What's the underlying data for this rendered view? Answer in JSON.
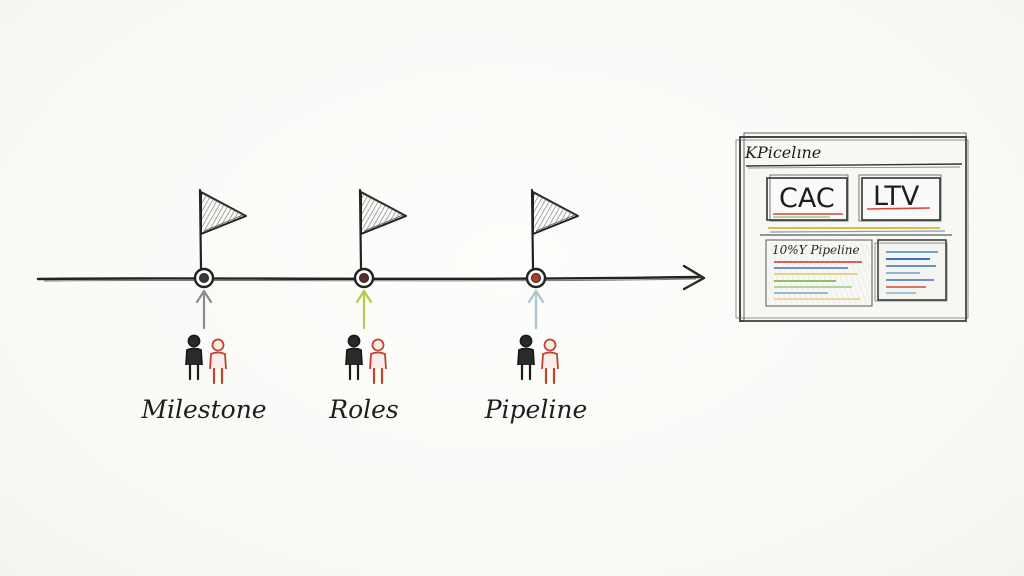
{
  "timeline": {
    "milestones": [
      {
        "label": "Milestone",
        "arrow_color": "#8c8c8c",
        "node_color": "#3a3a3a"
      },
      {
        "label": "Roles",
        "arrow_color": "#b7c94a",
        "node_color": "#5a2e2a"
      },
      {
        "label": "Pipeline",
        "arrow_color": "#a9c4cf",
        "node_color": "#b23a2a"
      }
    ]
  },
  "dashboard": {
    "title": "KPicelıne",
    "kpi_1": "CAC",
    "kpi_2": "LTV",
    "subtitle": "10%Y Pipeline",
    "accent_colors": [
      "#d8453a",
      "#e2b84a",
      "#6fa3c8",
      "#8bbf6a",
      "#3f6fb8"
    ]
  }
}
